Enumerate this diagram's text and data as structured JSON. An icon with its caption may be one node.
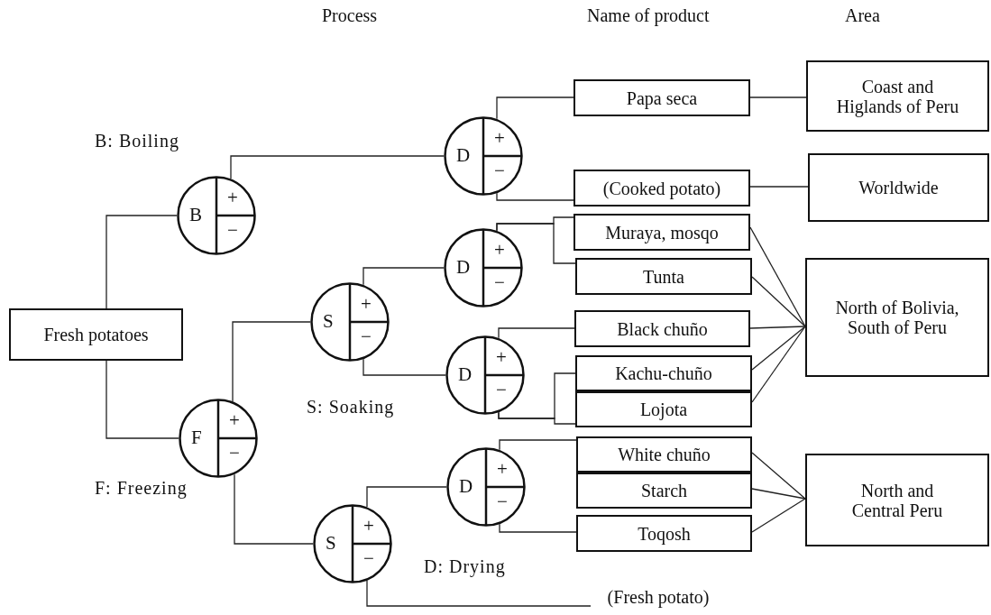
{
  "diagram": {
    "nodes": [
      {
        "text": [
          "Fresh potatoes"
        ]
      },
      {
        "text": [
          "B",
          "+",
          "−"
        ]
      },
      {
        "text": [
          "F",
          "+",
          "−"
        ]
      },
      {
        "text": [
          "D",
          "+",
          "−"
        ]
      },
      {
        "text": [
          "S",
          "+",
          "−"
        ]
      },
      {
        "text": [
          "D",
          "+",
          "−"
        ]
      },
      {
        "text": [
          "D",
          "+",
          "−"
        ]
      },
      {
        "text": [
          "S",
          "+",
          "−"
        ]
      },
      {
        "text": [
          "D",
          "+",
          "−"
        ]
      },
      {
        "text": [
          "Papa seca"
        ]
      },
      {
        "text": [
          "(Cooked potato)"
        ]
      },
      {
        "text": [
          "Muraya, mosqo"
        ]
      },
      {
        "text": [
          "Tunta"
        ]
      },
      {
        "text": [
          "Black chuño"
        ]
      },
      {
        "text": [
          "Kachu-chuño"
        ]
      },
      {
        "text": [
          "Lojota"
        ]
      },
      {
        "text": [
          "White chuño"
        ]
      },
      {
        "text": [
          "Starch"
        ]
      },
      {
        "text": [
          "Toqosh"
        ]
      },
      {
        "text": [
          "Coast and Higlands of Peru"
        ]
      },
      {
        "text": [
          "Worldwide"
        ]
      },
      {
        "text": [
          "North of Bolivia, South of Peru"
        ]
      },
      {
        "text": [
          "North and Central Peru"
        ]
      },
      {
        "text": [
          "(Fresh potato)"
        ]
      }
    ],
    "edges": [
      {
        "from": 0,
        "to": 1,
        "arrow": "none"
      },
      {
        "from": 0,
        "to": 2,
        "arrow": "none"
      },
      {
        "from": 1,
        "to": 3,
        "arrow": "none"
      },
      {
        "from": 3,
        "to": 9,
        "arrow": "none"
      },
      {
        "from": 3,
        "to": 10,
        "arrow": "none"
      },
      {
        "from": 2,
        "to": 4,
        "arrow": "none"
      },
      {
        "from": 2,
        "to": 7,
        "arrow": "none"
      },
      {
        "from": 4,
        "to": 5,
        "arrow": "none"
      },
      {
        "from": 4,
        "to": 6,
        "arrow": "none"
      },
      {
        "from": 5,
        "to": 11,
        "arrow": "none"
      },
      {
        "from": 5,
        "to": 12,
        "arrow": "none"
      },
      {
        "from": 6,
        "to": 13,
        "arrow": "none"
      },
      {
        "from": 6,
        "to": 14,
        "arrow": "none"
      },
      {
        "from": 6,
        "to": 15,
        "arrow": "none"
      },
      {
        "from": 7,
        "to": 8,
        "arrow": "none"
      },
      {
        "from": 8,
        "to": 16,
        "arrow": "none"
      },
      {
        "from": 8,
        "to": 18,
        "arrow": "none"
      },
      {
        "from": 7,
        "to": 23,
        "arrow": "none"
      },
      {
        "from": 9,
        "to": 19,
        "arrow": "none"
      },
      {
        "from": 10,
        "to": 20,
        "arrow": "none"
      },
      {
        "from": 11,
        "to": 21,
        "arrow": "none"
      },
      {
        "from": 12,
        "to": 21,
        "arrow": "none"
      },
      {
        "from": 13,
        "to": 21,
        "arrow": "none"
      },
      {
        "from": 14,
        "to": 21,
        "arrow": "none"
      },
      {
        "from": 15,
        "to": 21,
        "arrow": "none"
      },
      {
        "from": 16,
        "to": 22,
        "arrow": "none"
      },
      {
        "from": 17,
        "to": 22,
        "arrow": "none"
      },
      {
        "from": 18,
        "to": 22,
        "arrow": "none"
      }
    ],
    "labels": [
      "Process",
      "Name of product",
      "Area",
      "B: Boiling",
      "S: Soaking",
      "F: Freezing",
      "D: Drying"
    ]
  }
}
